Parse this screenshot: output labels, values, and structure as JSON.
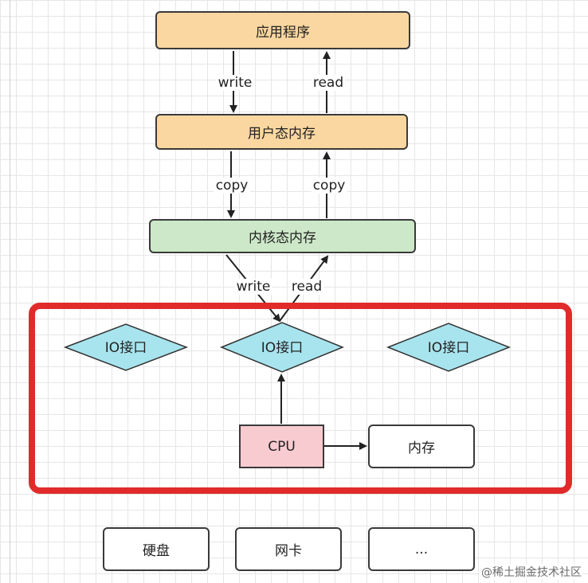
{
  "app_layer": {
    "label": "应用程序"
  },
  "user_memory": {
    "label": "用户态内存"
  },
  "kernel_memory": {
    "label": "内核态内存"
  },
  "edges": {
    "app_to_user": "write",
    "user_to_app": "read",
    "user_to_kernel": "copy",
    "kernel_to_user": "copy",
    "kernel_to_io": "write",
    "io_to_kernel": "read"
  },
  "io_interfaces": [
    {
      "label": "IO接口"
    },
    {
      "label": "IO接口"
    },
    {
      "label": "IO接口"
    }
  ],
  "cpu": {
    "label": "CPU"
  },
  "memory": {
    "label": "内存"
  },
  "devices": [
    {
      "label": "硬盘"
    },
    {
      "label": "网卡"
    },
    {
      "label": "..."
    }
  ],
  "watermark": "@稀土掘金技术社区",
  "colors": {
    "orange_fill": "#fad7a0",
    "green_fill": "#cde8c8",
    "cyan_fill": "#a8e4ee",
    "pink_fill": "#f8cbd1",
    "highlight_border": "#e12b2b"
  }
}
